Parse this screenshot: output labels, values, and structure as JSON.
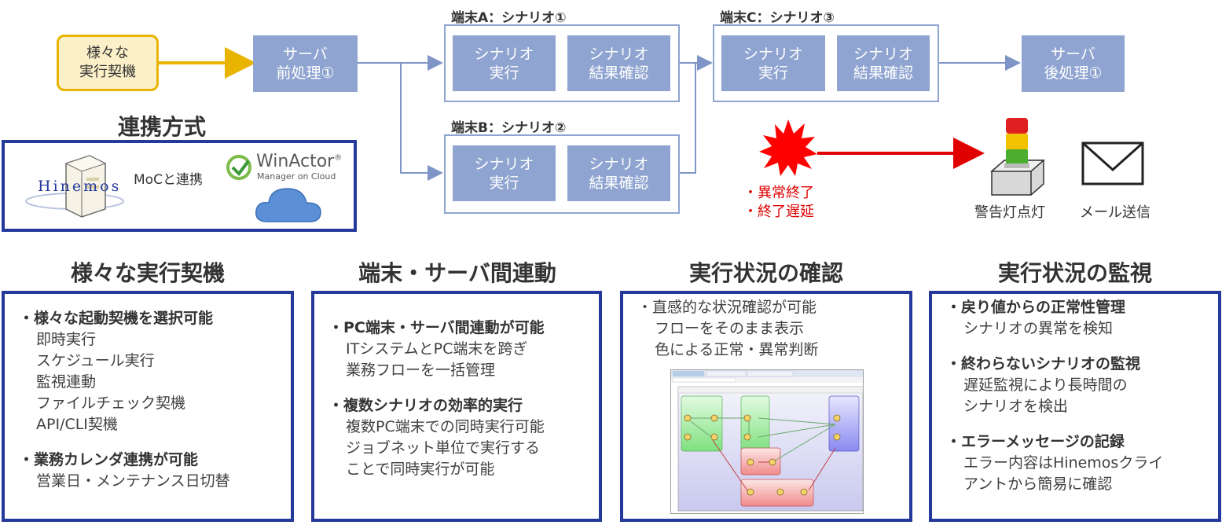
{
  "flow": {
    "trigger": "様々な\n実行契機",
    "server_pre": "サーバ\n前処理①",
    "server_post": "サーバ\n後処理①",
    "group_a": {
      "label": "端末A：シナリオ①",
      "run": "シナリオ\n実行",
      "check": "シナリオ\n結果確認"
    },
    "group_b": {
      "label": "端末B：シナリオ②",
      "run": "シナリオ\n実行",
      "check": "シナリオ\n結果確認"
    },
    "group_c": {
      "label": "端末C：シナリオ③",
      "run": "シナリオ\n実行",
      "check": "シナリオ\n結果確認"
    }
  },
  "integration": {
    "title": "連携方式",
    "hinemos": "Hinemos",
    "arrow_label": "MoCと連携",
    "winactor": "WinActor",
    "winactor_sub": "Manager on Cloud",
    "registered": "®"
  },
  "alerts": {
    "item1": "・異常終了",
    "item2": "・終了遅延",
    "lamp_label": "警告灯点灯",
    "mail_label": "メール送信"
  },
  "sections": [
    {
      "title": "様々な実行契機",
      "groups": [
        {
          "head": "・様々な起動契機を選択可能",
          "lines": [
            "即時実行",
            "スケジュール実行",
            "監視連動",
            "ファイルチェック契機",
            "API/CLI契機"
          ]
        },
        {
          "head": "・業務カレンダ連携が可能",
          "lines": [
            "営業日・メンテナンス日切替"
          ]
        }
      ]
    },
    {
      "title": "端末・サーバ間連動",
      "groups": [
        {
          "head": "・PC端末・サーバ間連動が可能",
          "lines": [
            "ITシステムとPC端末を跨ぎ",
            "業務フローを一括管理"
          ]
        },
        {
          "head": "・複数シナリオの効率的実行",
          "lines": [
            "複数PC端末での同時実行可能",
            "ジョブネット単位で実行する",
            "ことで同時実行が可能"
          ]
        }
      ]
    },
    {
      "title": "実行状況の確認",
      "lines": [
        "・直感的な状況確認が可能",
        "フローをそのまま表示",
        "色による正常・異常判断"
      ]
    },
    {
      "title": "実行状況の監視",
      "groups": [
        {
          "head": "・戻り値からの正常性管理",
          "lines": [
            "シナリオの異常を検知"
          ]
        },
        {
          "head": "・終わらないシナリオの監視",
          "lines": [
            "遅延監視により長時間の",
            "シナリオを検出"
          ]
        },
        {
          "head": "・エラーメッセージの記録",
          "lines": [
            "エラー内容はHinemosクライ",
            "アントから簡易に確認"
          ]
        }
      ]
    }
  ],
  "colors": {
    "process": "#8fa4d0",
    "panel_border": "#24399a",
    "trigger_border": "#e8b400",
    "alert": "#e00000"
  }
}
